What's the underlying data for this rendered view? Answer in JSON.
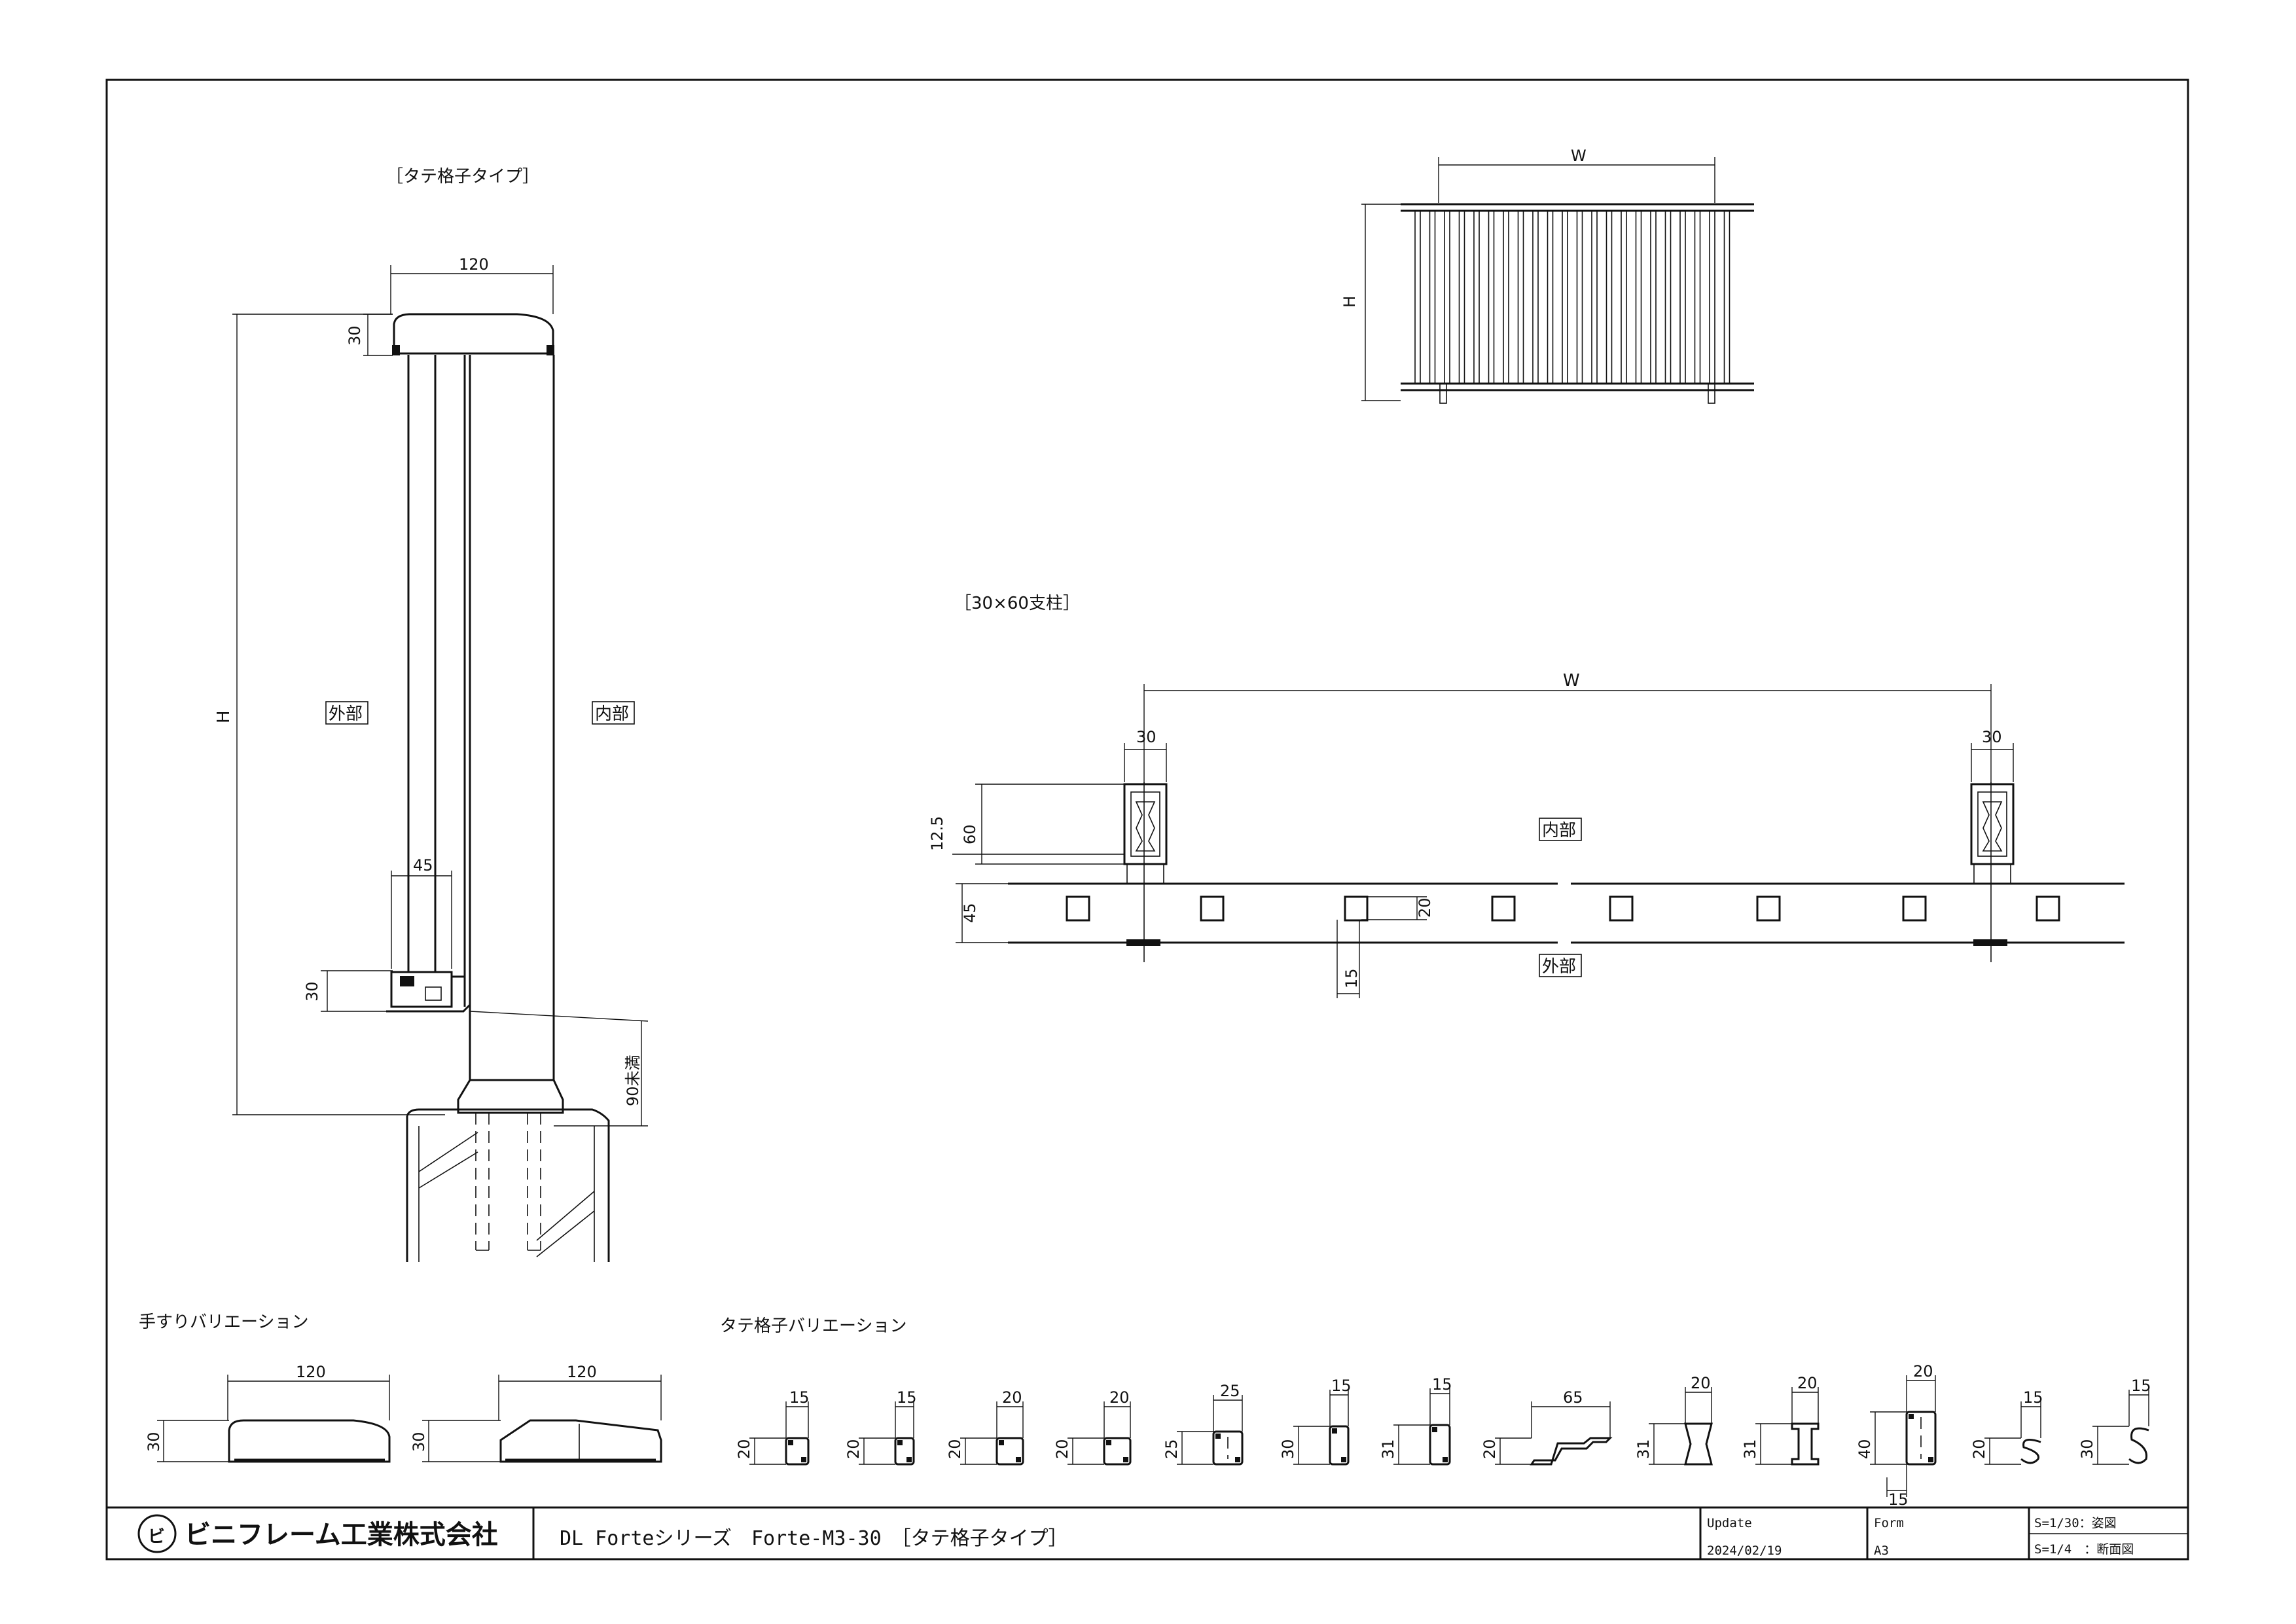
{
  "elevation_detail": {
    "title": "［タテ格子タイプ］",
    "dim_width": "120",
    "dim_cap_height": "30",
    "dim_height": "H",
    "dim_bottom_rail": "45",
    "dim_bottom_height": "30",
    "dim_clearance": "90未満",
    "label_outside": "外部",
    "label_inside": "内部"
  },
  "front_elevation": {
    "dim_width": "W",
    "dim_height": "H"
  },
  "plan_detail": {
    "title": "［30×60支柱］",
    "dim_span": "W",
    "dim_post_left": "30",
    "dim_post_right": "30",
    "dim_post_depth": "60",
    "dim_offset": "12.5",
    "dim_rail": "45",
    "dim_bar_depth": "20",
    "dim_bar_width": "15",
    "label_inside": "内部",
    "label_outside": "外部"
  },
  "handrail_variations": {
    "title": "手すりバリエーション",
    "items": [
      {
        "width": "120",
        "height": "30"
      },
      {
        "width": "120",
        "height": "30"
      }
    ]
  },
  "bar_variations": {
    "title": "タテ格子バリエーション",
    "items": [
      {
        "width": "15",
        "height": "20"
      },
      {
        "width": "15",
        "height": "20"
      },
      {
        "width": "20",
        "height": "20"
      },
      {
        "width": "20",
        "height": "20"
      },
      {
        "width": "25",
        "height": "25"
      },
      {
        "width": "15",
        "height": "30"
      },
      {
        "width": "15",
        "height": "31"
      },
      {
        "width": "65",
        "height": "20"
      },
      {
        "width": "20",
        "height": "31"
      },
      {
        "width": "20",
        "height": "31"
      },
      {
        "width": "20",
        "height": "40",
        "extra": "15"
      },
      {
        "width": "15",
        "height": "20"
      },
      {
        "width": "15",
        "height": "30"
      }
    ]
  },
  "title_block": {
    "company": "ビニフレーム工業株式会社",
    "logo_mark": "ビ",
    "drawing_title": "DL Forteシリーズ　Forte-M3-30　［タテ格子タイプ］",
    "update_label": "Update",
    "update_date": "2024/02/19",
    "form_label": "Form",
    "form_value": "A3",
    "scale_1": "S=1/30：姿図",
    "scale_2": "S=1/4　：断面図"
  }
}
